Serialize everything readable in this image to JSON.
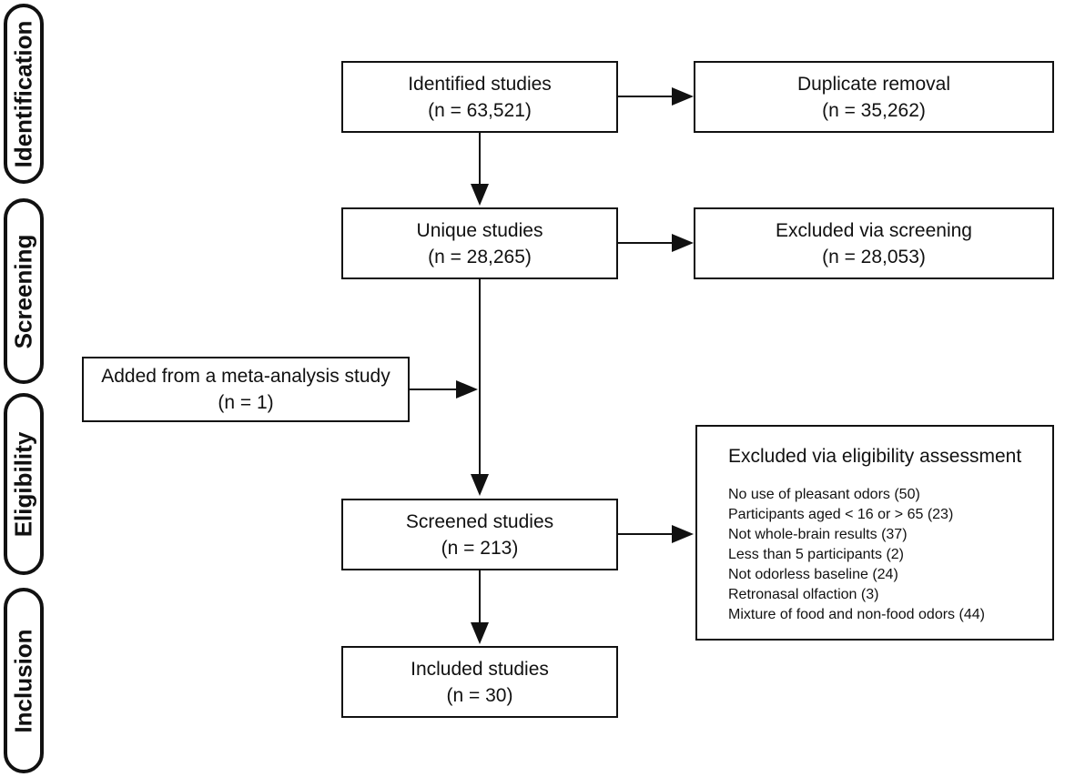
{
  "stages": {
    "identification": "Identification",
    "screening": "Screening",
    "eligibility": "Eligibility",
    "inclusion": "Inclusion"
  },
  "boxes": {
    "identified": {
      "label": "Identified studies",
      "count": "(n = 63,521)"
    },
    "duplicate": {
      "label": "Duplicate removal",
      "count": "(n = 35,262)"
    },
    "unique": {
      "label": "Unique studies",
      "count": "(n = 28,265)"
    },
    "excluded_screening": {
      "label": "Excluded via screening",
      "count": "(n = 28,053)"
    },
    "added_meta": {
      "label": "Added from a meta-analysis study",
      "count": "(n = 1)"
    },
    "screened": {
      "label": "Screened studies",
      "count": "(n = 213)"
    },
    "included": {
      "label": "Included studies",
      "count": "(n = 30)"
    }
  },
  "eligibility_exclusion": {
    "title": "Excluded via eligibility assessment",
    "reasons": [
      "No use of pleasant odors (50)",
      "Participants aged < 16 or > 65 (23)",
      "Not whole-brain results (37)",
      "Less than 5 participants (2)",
      "Not odorless baseline (24)",
      "Retronasal olfaction (3)",
      "Mixture of food and non-food odors (44)"
    ]
  }
}
